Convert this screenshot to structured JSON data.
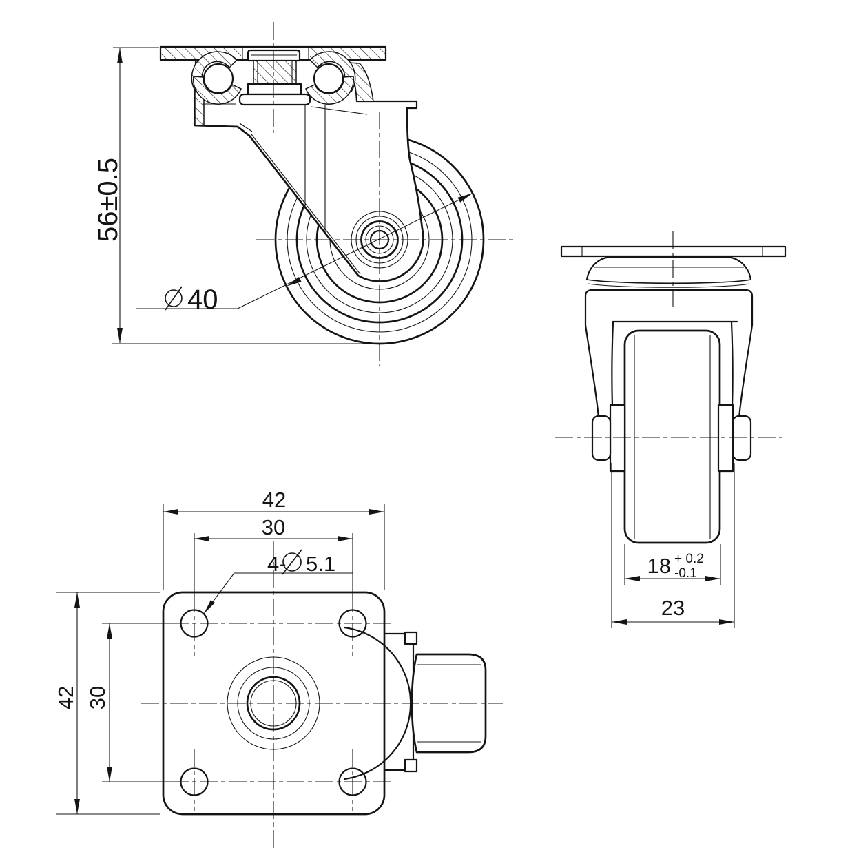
{
  "drawing": {
    "type": "engineering-drawing",
    "subject": "swivel caster wheel, three orthographic views",
    "colors": {
      "background": "#ffffff",
      "line": "#141414"
    },
    "dimensions": {
      "front": {
        "overall_height": "56±0.5",
        "wheel_diameter_value": "40",
        "wheel_diameter_full": "⌀40"
      },
      "side": {
        "wheel_width_value": "18",
        "wheel_width_tol_plus": "+ 0.2",
        "wheel_width_tol_minus": "-0.1",
        "wheel_width_full": "18 +0.2/-0.1",
        "hub_width": "23"
      },
      "plan": {
        "plate_width": "42",
        "hole_spacing_width": "30",
        "hole_callout_prefix": "4-",
        "hole_callout_value": "5.1",
        "hole_callout_full": "4-⌀5.1",
        "plate_length": "42",
        "hole_spacing_length": "30"
      }
    }
  }
}
